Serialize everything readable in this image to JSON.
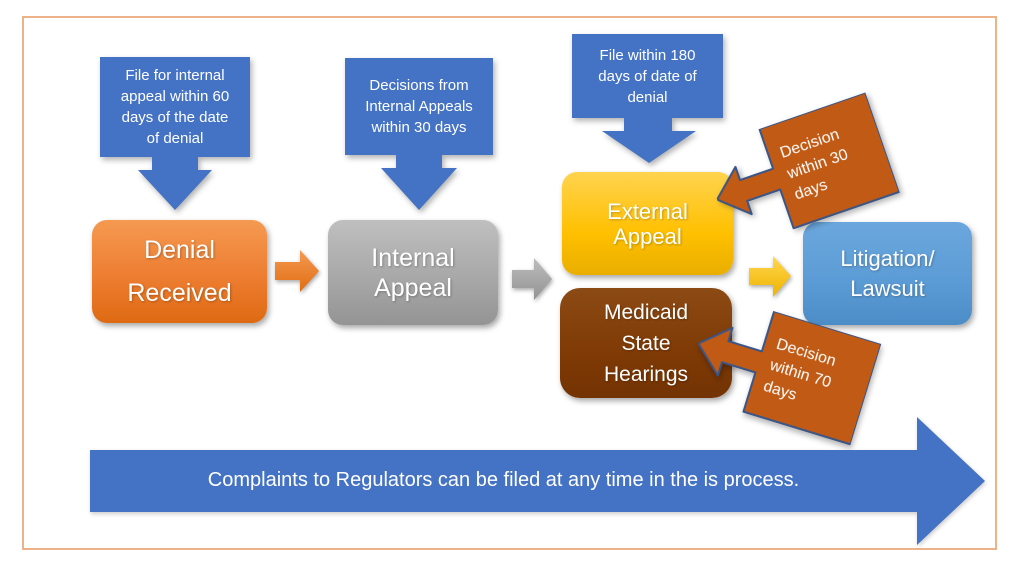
{
  "slide": {
    "background": "#FFFFFF",
    "border_color": "#EDB287"
  },
  "callouts": {
    "file_internal": {
      "lines": [
        "File for internal",
        "appeal within 60",
        "days of the date",
        "of denial"
      ]
    },
    "decisions_internal": {
      "lines": [
        "Decisions from",
        "Internal Appeals",
        "within 30 days"
      ]
    },
    "file_180": {
      "lines": [
        "File within 180",
        "days of date of",
        "denial"
      ]
    },
    "decision_30": {
      "lines": [
        "Decision",
        "within 30",
        "days"
      ]
    },
    "decision_70": {
      "lines": [
        "Decision",
        "within 70",
        "days"
      ]
    }
  },
  "nodes": {
    "denial": {
      "lines": [
        "Denial",
        "Received"
      ]
    },
    "internal": {
      "lines": [
        "Internal",
        "Appeal"
      ]
    },
    "external": {
      "lines": [
        "External",
        "Appeal"
      ]
    },
    "medicaid": {
      "lines": [
        "Medicaid",
        "State",
        "Hearings"
      ]
    },
    "litigation": {
      "lines": [
        "Litigation/",
        "Lawsuit"
      ]
    }
  },
  "banner": {
    "text": "Complaints to Regulators can be filed at any time in the is process."
  },
  "colors": {
    "callout_blue": "#4472C4",
    "node_orange": "#ED7D31",
    "node_gray": "#A6A6A6",
    "node_gold": "#FFC000",
    "node_brown": "#7F3A05",
    "node_light_blue": "#5B9BD5",
    "rotated_callout_fill": "#C05A15",
    "rotated_callout_border": "#3A5586",
    "banner_blue": "#4472C4",
    "arrow_orange": "#ED7D31",
    "arrow_gray": "#A6A6A6",
    "arrow_yellow": "#FFC61E"
  }
}
